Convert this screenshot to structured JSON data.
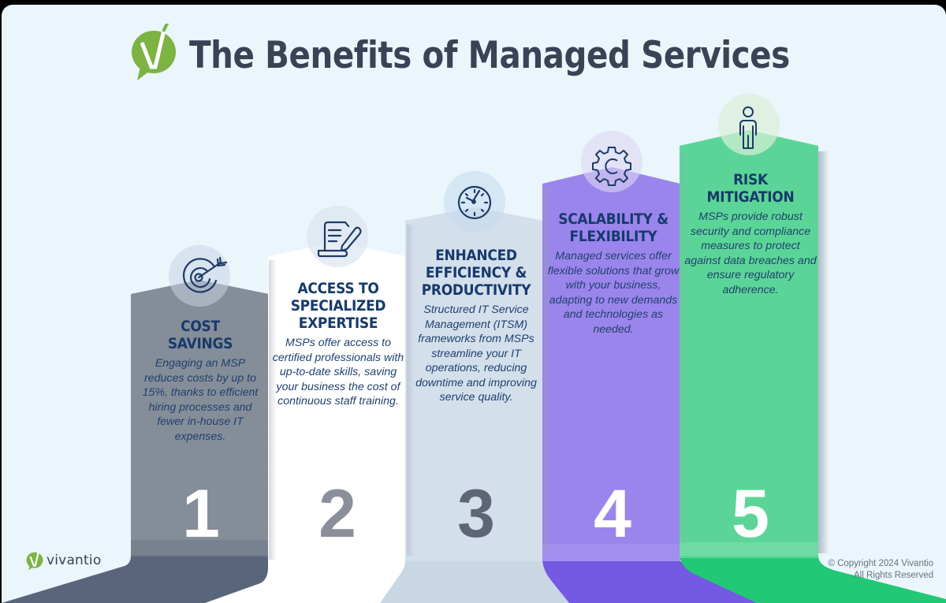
{
  "header": {
    "title": "The Benefits of Managed Services",
    "logo_icon": "vivantio-check-bubble-icon"
  },
  "colors": {
    "background": "#eaf5fc",
    "title": "#3a4355",
    "heading_text": "#173a6b",
    "brand_green": "#7cb342"
  },
  "benefits": [
    {
      "number": "1",
      "heading": "COST SAVINGS",
      "heading_lines": [
        "COST",
        "SAVINGS"
      ],
      "description": "Engaging an MSP reduces costs by up to 15%, thanks to efficient hiring processes and fewer in-house IT expenses.",
      "icon": "target-arrow-icon",
      "color": "#858d98",
      "number_color": "#ffffff"
    },
    {
      "number": "2",
      "heading": "ACCESS TO SPECIALIZED EXPERTISE",
      "heading_lines": [
        "ACCESS TO",
        "SPECIALIZED",
        "EXPERTISE"
      ],
      "description": "MSPs offer access to certified professionals with up-to-date skills, saving your business the cost of continuous staff training.",
      "icon": "document-pen-icon",
      "color": "#ffffff",
      "number_color": "#8a8f9b"
    },
    {
      "number": "3",
      "heading": "ENHANCED EFFICIENCY & PRODUCTIVITY",
      "heading_lines": [
        "ENHANCED",
        "EFFICIENCY &",
        "PRODUCTIVITY"
      ],
      "description": "Structured IT Service Management (ITSM) frameworks from MSPs streamline your IT operations, reducing downtime and improving service quality.",
      "icon": "clock-icon",
      "color": "#d3dfeb",
      "number_color": "#5e6675"
    },
    {
      "number": "4",
      "heading": "SCALABILITY & FLEXIBILITY",
      "heading_lines": [
        "SCALABILITY &",
        "FLEXIBILITY"
      ],
      "description": "Managed services offer flexible solutions that grow with your business, adapting to new demands and technologies as needed.",
      "icon": "gear-icon",
      "color": "#9a85ec",
      "number_color": "#ffffff"
    },
    {
      "number": "5",
      "heading": "RISK MITIGATION",
      "heading_lines": [
        "RISK",
        "MITIGATION"
      ],
      "description": "MSPs provide robust security and compliance measures to protect against data breaches and ensure regulatory adherence.",
      "icon": "person-icon",
      "color": "#5bd597",
      "number_color": "#ffffff"
    }
  ],
  "footer": {
    "brand_name": "vivantio",
    "copyright_line1": "© Copyright 2024 Vivantio",
    "copyright_line2": "All Rights Reserved"
  }
}
